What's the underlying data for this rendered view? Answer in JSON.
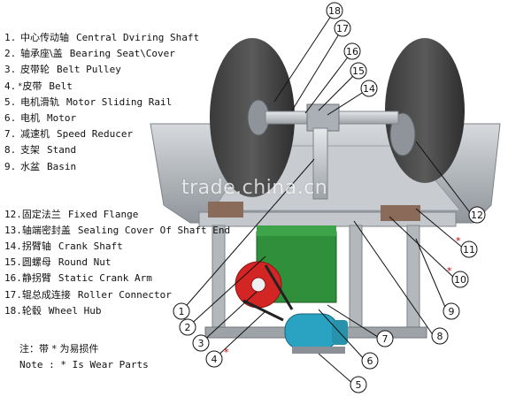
{
  "legend": {
    "items": [
      {
        "num": "1.",
        "zh": "中心传动轴",
        "en": "Central Dviring Shaft"
      },
      {
        "num": "2.",
        "zh": "轴承座\\盖",
        "en": "Bearing Seat\\Cover"
      },
      {
        "num": "3.",
        "zh": "皮带轮",
        "en": "Belt Pulley"
      },
      {
        "num": "4.",
        "zh": "皮带",
        "en": "Belt",
        "star": "*"
      },
      {
        "num": "5.",
        "zh": "电机滑轨",
        "en": "Motor Sliding Rail"
      },
      {
        "num": "6.",
        "zh": "电机",
        "en": "Motor"
      },
      {
        "num": "7.",
        "zh": "减速机",
        "en": "Speed Reducer"
      },
      {
        "num": "8.",
        "zh": "支架",
        "en": "Stand"
      },
      {
        "num": "9.",
        "zh": "水盆",
        "en": "Basin"
      }
    ],
    "items2": [
      {
        "num": "12.",
        "zh": "固定法兰",
        "en": "Fixed Flange"
      },
      {
        "num": "13.",
        "zh": "轴端密封盖",
        "en": "Sealing Cover Of Shaft End"
      },
      {
        "num": "14.",
        "zh": "拐臂轴",
        "en": "Crank Shaft"
      },
      {
        "num": "15.",
        "zh": "圆螺母",
        "en": "Round Nut"
      },
      {
        "num": "16.",
        "zh": "静拐臂",
        "en": "Static Crank Arm"
      },
      {
        "num": "17.",
        "zh": "辊总成连接",
        "en": "Roller Connector"
      },
      {
        "num": "18.",
        "zh": "轮毂",
        "en": "Wheel Hub"
      }
    ]
  },
  "note": {
    "zh": "注：带 * 为易损件",
    "en": "Note : * Is Wear Parts"
  },
  "watermark": "trade.china.cn",
  "callouts": {
    "c1": "1",
    "c2": "2",
    "c3": "3",
    "c4": "4",
    "c5": "5",
    "c6": "6",
    "c7": "7",
    "c8": "8",
    "c9": "9",
    "c10": "10",
    "c11": "11",
    "c12": "12",
    "c14": "14",
    "c15": "15",
    "c16": "16",
    "c17": "17",
    "c18": "18",
    "star": "*"
  },
  "colors": {
    "wheel": "#4a4a4a",
    "steel": "#bfc3c7",
    "reducer": "#2f8f3a",
    "pulley": "#d42525",
    "motor": "#2aa3c2"
  }
}
